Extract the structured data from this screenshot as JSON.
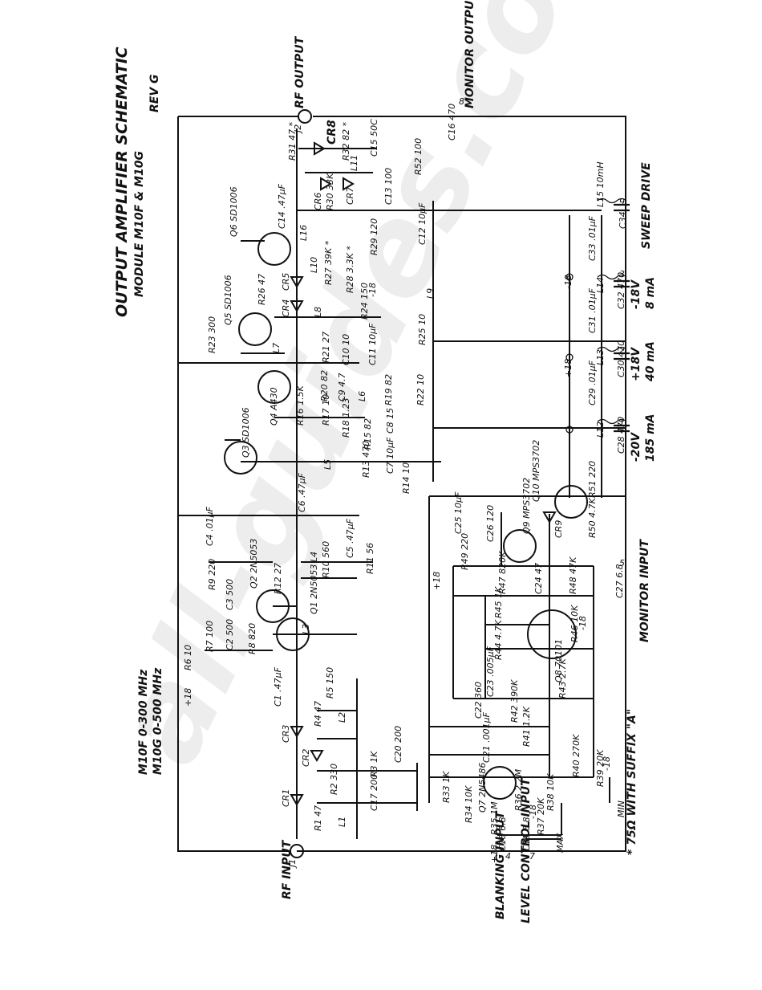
{
  "title": {
    "line1": "OUTPUT AMPLIFIER SCHEMATIC",
    "line2": "MODULE M10F & M10G",
    "rev": "REV G"
  },
  "models": {
    "m10f": "M10F 0-300 MHz",
    "m10g": "M10G 0-500 MHz"
  },
  "watermark": "all-guides.com",
  "ports": {
    "rf_input": "RF INPUT",
    "rf_output": "RF OUTPUT",
    "monitor_output": "MONITOR OUTPUT",
    "monitor_input": "MONITOR INPUT",
    "blanking_input": "BLANKING INPUT",
    "level_control_input": "LEVEL CONTROL INPUT",
    "sweep_drive": "SWEEP DRIVE",
    "j1": "J1",
    "j2": "J2",
    "pin4": "4",
    "pin7": "7",
    "pin5": "5",
    "pin8": "8",
    "pin9": "9",
    "pin1": "1",
    "pin2": "2",
    "pin3": "3"
  },
  "supplies": {
    "minus20": "-20V",
    "minus20_current": "185 mA",
    "plus18": "+18V",
    "plus18_current": "40 mA",
    "minus18": "-18V",
    "minus18_current": "8 mA"
  },
  "footnote": "* 75Ω WITH SUFFIX \"A\"",
  "labels": {
    "r1": "R1 47",
    "l1": "L1",
    "cr1": "CR1",
    "r2": "R2 330",
    "c17": "C17 200",
    "cr2": "CR2",
    "r3": "R3 1K",
    "c20": "C20 200",
    "cr3": "CR3",
    "r4": "R4 47",
    "l2": "L2",
    "c1": "C1 .47µF",
    "r5": "R5 150",
    "r6": "R6 10",
    "plus18_a": "+18",
    "r7": "R7 100",
    "c2": "C2 500",
    "r8": "R8 820",
    "l3": "L3",
    "q1": "Q1 2N5053",
    "c3": "C3 500",
    "r9": "R9 220",
    "q2": "Q2 2N5053",
    "r12": "R12 27",
    "r10": "R10 560",
    "c4": "C4 .01µF",
    "l4": "L4",
    "c5": "C5 .47µF",
    "r11": "R11 56",
    "c6": "C6 .47µF",
    "q3": "Q3 SD1006",
    "l5": "L5",
    "r13": "R13 470",
    "c7": "C7 10µF",
    "r14": "R14 10",
    "r15": "R15 82",
    "q4": "Q4 A430",
    "r16": "R16 1.5K",
    "r17": "R17 10",
    "r18": "R18 1.23",
    "c8": "C8 15",
    "r20": "R20 82",
    "c9": "C9 4.7",
    "l6": "L6",
    "r19": "R19 82",
    "r22": "R22 10",
    "r21": "R21 27",
    "c10": "C10 10",
    "c11": "C11 10µF",
    "r25": "R25 10",
    "r23": "R23 300",
    "q5": "Q5 SD1006",
    "l7": "L7",
    "cr4": "CR4",
    "l8": "L8",
    "r24": "R24 150",
    "r26": "R26 47",
    "cr5": "CR5",
    "q6": "Q6 SD1006",
    "l10": "L10",
    "r27": "R27 39K *",
    "r28": "R28 3.3K *",
    "minus18_a": "-18",
    "l9": "L9",
    "r29": "R29 120",
    "c12": "C12 10µF",
    "c14": "C14 .47µF",
    "l16": "L16",
    "cr6": "CR6",
    "r30": "R30 33K",
    "cr7": "CR7",
    "c13": "C13 100",
    "l11": "L11",
    "r31": "R31 47 *",
    "cr8": "CR8",
    "r32": "R32 82 *",
    "c15": "C15 50C",
    "r52": "R52 100",
    "c16": "C16 470",
    "l15": "L15 10mH",
    "c34": "C34",
    "l14": "L14",
    "c33": "C33 .01µF",
    "c32": "C32 470",
    "c31": "C31 .01µF",
    "l13": "L13",
    "c30": "C30 470",
    "c29": "C29 .01µF",
    "l12": "L12",
    "c28": "C28 470",
    "plus18_b": "+18",
    "minus18_b": "-18",
    "r51": "R51 220",
    "q10": "Q10 MPS3702",
    "cr9": "CR9",
    "r50": "R50 4.7K",
    "q9": "Q9 MPS3702",
    "c25": "C25 10µF",
    "c26": "C26 120",
    "r49": "R49 220",
    "r47": "R47 820K",
    "c24": "C24 47",
    "r48": "R48 47K",
    "c27": "C27 6.8",
    "r45": "R45 1K",
    "r44": "R44 4.7K",
    "q8": "Q8 70101",
    "r46": "R46 10K",
    "r43": "R43 2.7K",
    "c23": "C23 .005µF",
    "r42": "R42 390K",
    "c22": "C22 360",
    "r41": "R41 1.2K",
    "c21": "C21 .001µF",
    "r33": "R33 1K",
    "q7": "Q7 2N5486",
    "r34": "R34 10K",
    "r36": "R36 2.2M",
    "r38": "R38 10K",
    "r40": "R40 270K",
    "r39": "R39 20K",
    "min": "MIN",
    "r35": "R35 1M",
    "r37": "R37 20K",
    "max": "MAX",
    "c18": "C18 6.8",
    "c19": "C19 6.8",
    "plus18_c": "+18",
    "minus18_c": "-18",
    "minus18_d": "-18",
    "minus18_e": "-18",
    "plus18_d": "+18"
  }
}
